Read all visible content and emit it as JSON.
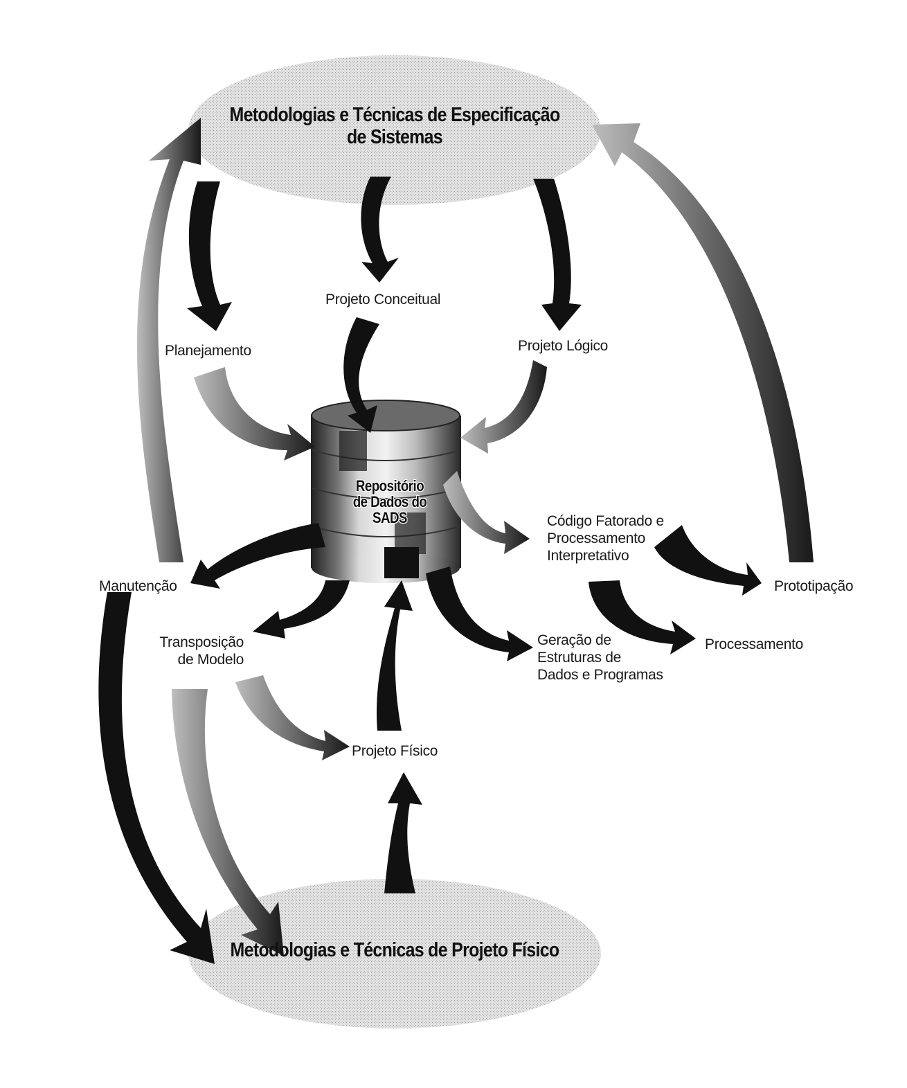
{
  "diagram": {
    "top_ellipse_title": [
      "Metodologias e Técnicas de Especificação",
      "de Sistemas"
    ],
    "bottom_ellipse_title": "Metodologias e Técnicas de Projeto Físico",
    "repository_label": [
      "Repositório",
      "de Dados do",
      "SADS"
    ],
    "nodes": {
      "projeto_conceitual": "Projeto Conceitual",
      "planejamento": "Planejamento",
      "projeto_logico": "Projeto Lógico",
      "codigo_fatorado": [
        "Código Fatorado e",
        "Processamento",
        "Interpretativo"
      ],
      "manutencao": "Manutenção",
      "prototipacao": "Prototipação",
      "transposicao": [
        "Transposição",
        "de Modelo"
      ],
      "geracao": [
        "Geração de",
        "Estruturas de",
        "Dados e Programas"
      ],
      "processamento": "Processamento",
      "projeto_fisico": "Projeto Físico"
    },
    "colors": {
      "ink": "#111111",
      "ellipse_fill": "#d6d6d6",
      "background": "#ffffff"
    }
  }
}
